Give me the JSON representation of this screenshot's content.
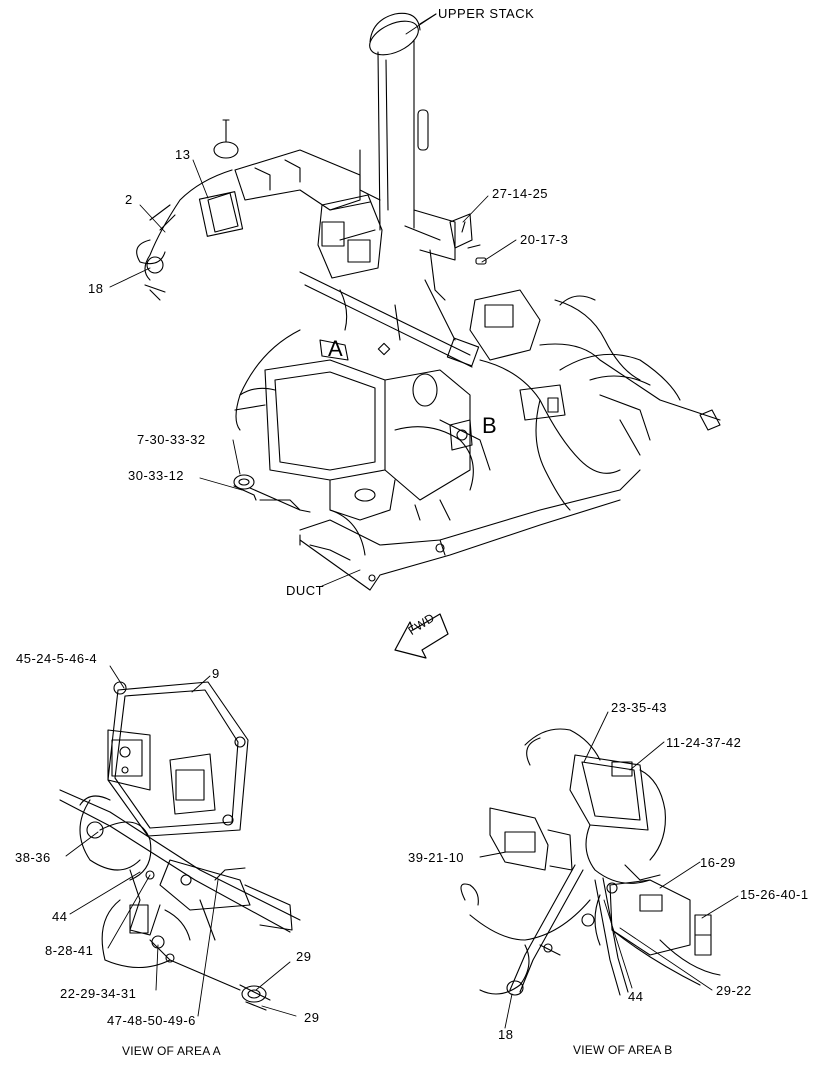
{
  "labels": {
    "upper_stack": "UPPER STACK",
    "c13": "13",
    "c2": "2",
    "c18_top": "18",
    "c27_14_25": "27-14-25",
    "c20_17_3": "20-17-3",
    "area_a": "A",
    "area_b": "B",
    "c7_30_33_32": "7-30-33-32",
    "c30_33_12": "30-33-12",
    "duct": "DUCT",
    "fwd": "FWD",
    "c45_24_5_46_4": "45-24-5-46-4",
    "c9": "9",
    "c38_36": "38-36",
    "c44_a": "44",
    "c8_28_41": "8-28-41",
    "c22_29_34_31": "22-29-34-31",
    "c47_48_50_49_6": "47-48-50-49-6",
    "c29_a": "29",
    "c29_b": "29",
    "c23_35_43": "23-35-43",
    "c11_24_37_42": "11-24-37-42",
    "c39_21_10": "39-21-10",
    "c16_29": "16-29",
    "c15_26_40_1": "15-26-40-1",
    "c44_b": "44",
    "c29_22": "29-22",
    "c18_bottom": "18"
  },
  "captions": {
    "view_a": "VIEW OF AREA  A",
    "view_b": "VIEW OF AREA  B"
  }
}
